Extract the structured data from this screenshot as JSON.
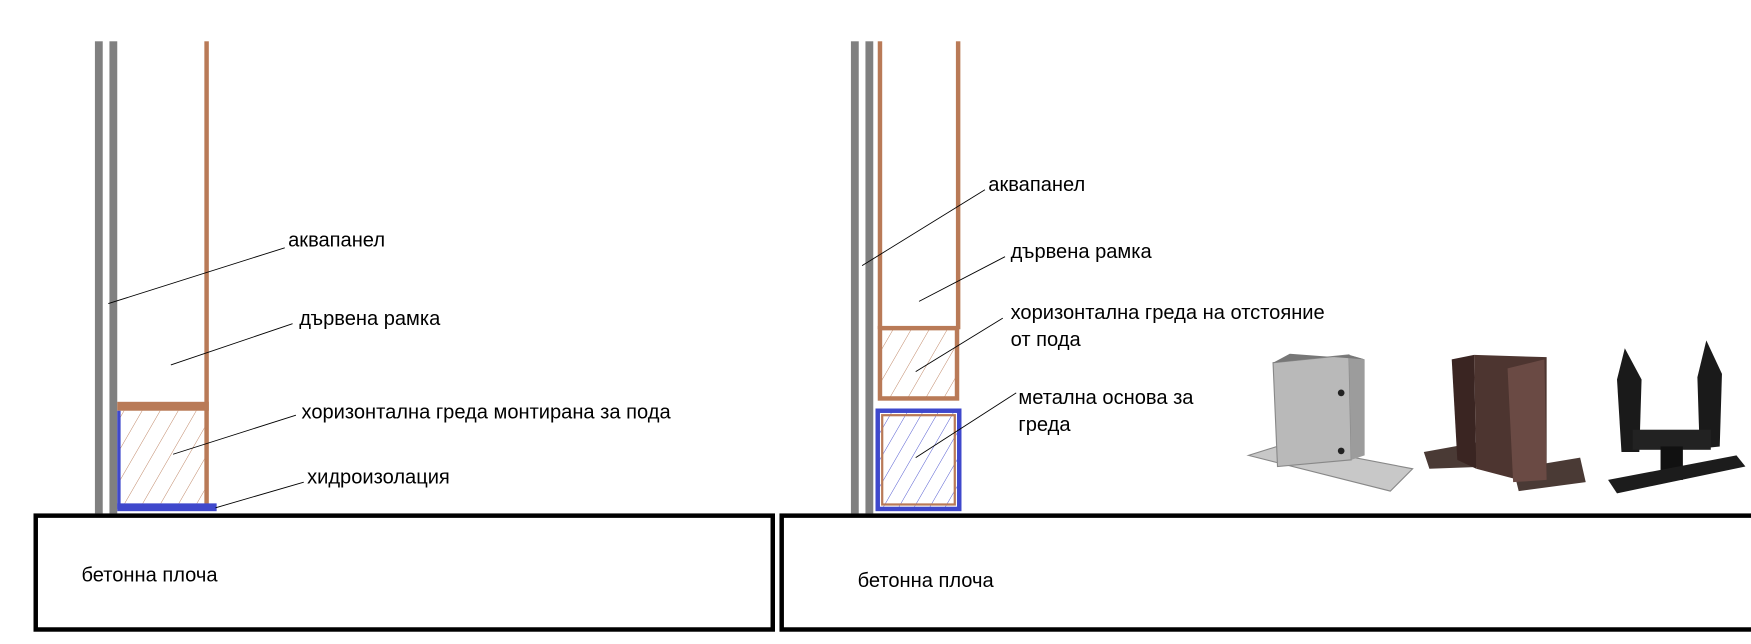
{
  "colors": {
    "aquapanel": "#808080",
    "wood": "#b97a57",
    "waterproofing": "#3f48cc",
    "slab_border": "#000000"
  },
  "left_diagram": {
    "labels": {
      "aquapanel": "аквапанел",
      "wood_frame": "дървена рамка",
      "beam": "хоризонтална греда монтирана за пода",
      "waterproofing": "хидроизолация",
      "slab": "бетонна плоча"
    }
  },
  "right_diagram": {
    "labels": {
      "aquapanel": "аквапанел",
      "wood_frame": "дървена рамка",
      "beam_line1": "хоризонтална греда на отстояние",
      "beam_line2": "от пода",
      "metal_base_line1": "метална основа за",
      "metal_base_line2": "греда",
      "slab": "бетонна плоча"
    },
    "product_images": [
      "galvanized-post-base",
      "brown-u-post-base",
      "black-u-post-base"
    ]
  }
}
